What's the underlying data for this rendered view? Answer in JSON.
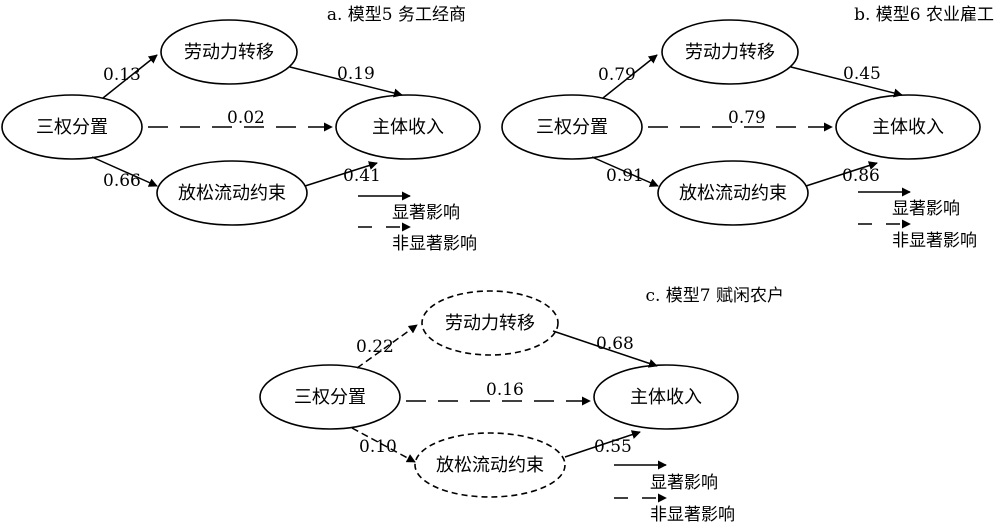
{
  "panels": [
    {
      "title": "a. 模型5 务工经商",
      "nodes": {
        "source": "三权分置",
        "upper": "劳动力转移",
        "lower": "放松流动约束",
        "target": "主体收入"
      },
      "coefficients": {
        "source_upper": "0.13",
        "upper_target": "0.19",
        "source_target": "0.02",
        "source_lower": "0.66",
        "lower_target": "0.41"
      },
      "legend": {
        "significant": "显著影响",
        "nonsignificant": "非显著影响"
      }
    },
    {
      "title": "b. 模型6 农业雇工",
      "nodes": {
        "source": "三权分置",
        "upper": "劳动力转移",
        "lower": "放松流动约束",
        "target": "主体收入"
      },
      "coefficients": {
        "source_upper": "0.79",
        "upper_target": "0.45",
        "source_target": "0.79",
        "source_lower": "0.91",
        "lower_target": "0.86"
      },
      "legend": {
        "significant": "显著影响",
        "nonsignificant": "非显著影响"
      }
    },
    {
      "title": "c. 模型7 赋闲农户",
      "nodes": {
        "source": "三权分置",
        "upper": "劳动力转移",
        "lower": "放松流动约束",
        "target": "主体收入"
      },
      "coefficients": {
        "source_upper": "0.22",
        "upper_target": "0.68",
        "source_target": "0.16",
        "source_lower": "0.10",
        "lower_target": "0.55"
      },
      "legend": {
        "significant": "显著影响",
        "nonsignificant": "非显著影响"
      }
    }
  ]
}
